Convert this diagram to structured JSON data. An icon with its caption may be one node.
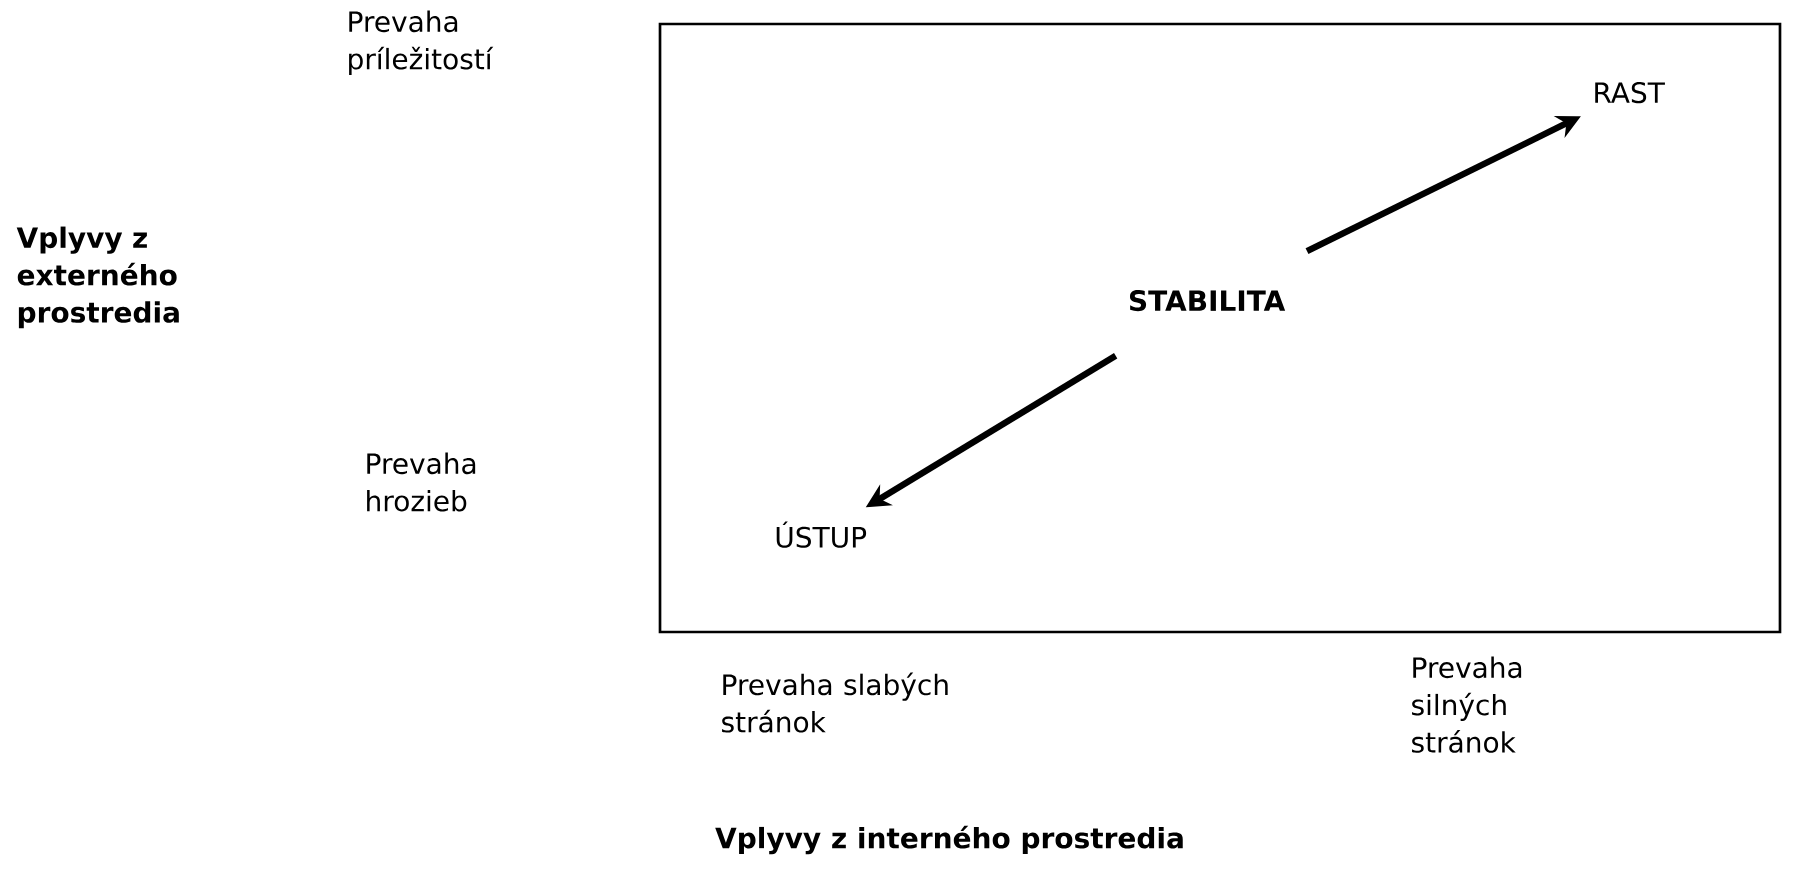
{
  "diagram": {
    "nodes": [
      {
        "text": [],
        "shape": "box"
      },
      {
        "text": [
          "RAST"
        ],
        "in": 0
      },
      {
        "text": [
          "STABILITA"
        ],
        "in": 0
      },
      {
        "text": [
          "ÚSTUP"
        ],
        "in": 0
      }
    ],
    "edges": [
      {
        "from": 2,
        "to": 1,
        "arrow": "to"
      },
      {
        "from": 2,
        "to": 3,
        "arrow": "to"
      }
    ],
    "labels": [
      "Prevaha príležitostí",
      "Vplyvy z externého prostredia",
      "Prevaha hrozieb",
      "Prevaha slabých stránok",
      "Prevaha silných stránok",
      "Vplyvy z interného prostredia"
    ]
  }
}
